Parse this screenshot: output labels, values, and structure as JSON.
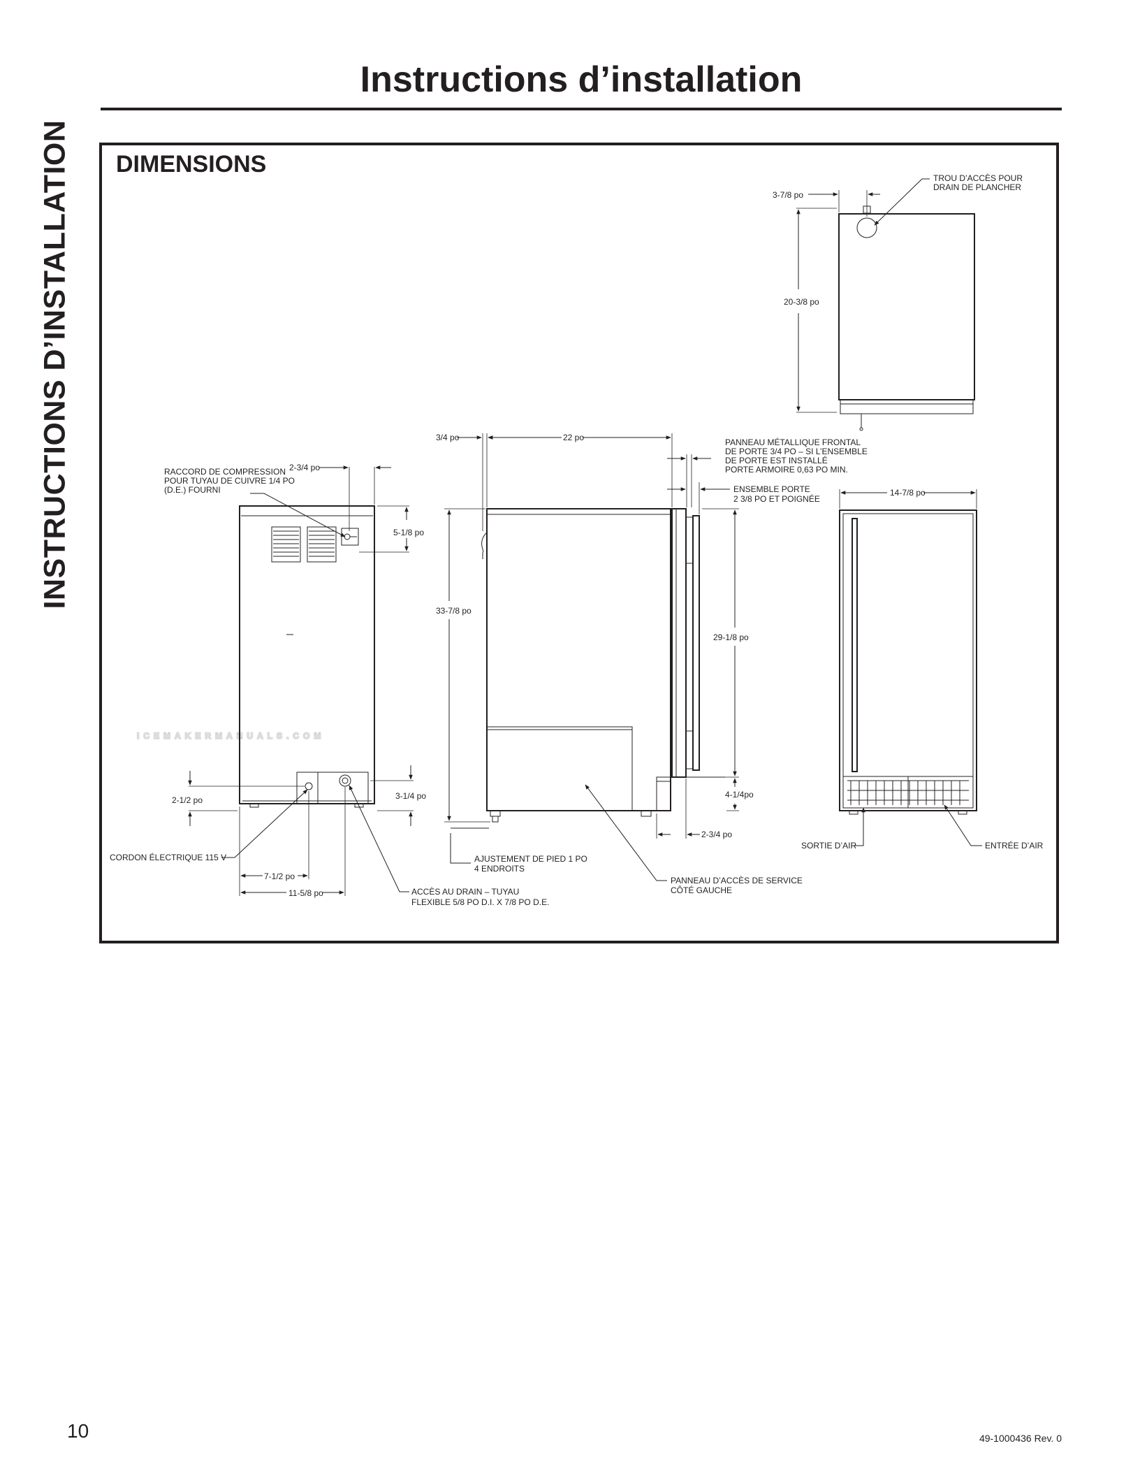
{
  "side_tab": "INSTRUCTIONS D’INSTALLATION",
  "title": "Instructions d’installation",
  "section": "DIMENSIONS",
  "watermark": "ICEMAKERMANUALS.COM",
  "dimensions": {
    "top_width": "3-7/8 po",
    "top_depth": "20-3/8 po",
    "rear_conn_width": "2-3/4 po",
    "rear_conn_height": "5-1/8 po",
    "rear_bottom_left": "2-1/2 po",
    "rear_bottom_right": "3-1/4 po",
    "rear_drain_offset": "7-1/2 po",
    "rear_width": "11-5/8 po",
    "side_panel": "3/4 po",
    "side_depth": "22 po",
    "side_height": "33-7/8 po",
    "side_door_height": "29-1/8 po",
    "side_kick_height": "4-1/4po",
    "side_kick_depth": "2-3/4 po",
    "front_width": "14-7/8 po"
  },
  "callouts": {
    "floor_drain": [
      "TROU D’ACCÈS POUR",
      "DRAIN DE PLANCHER"
    ],
    "compression": [
      "RACCORD DE COMPRESSION",
      "POUR TUYAU DE CUIVRE 1/4 PO",
      "(D.E.) FOURNI"
    ],
    "front_panel": [
      "PANNEAU MÉTALLIQUE FRONTAL",
      "DE PORTE 3/4 PO – SI L’ENSEMBLE",
      "DE PORTE EST INSTALLÉ",
      "PORTE ARMOIRE 0,63 PO MIN."
    ],
    "door_assembly": [
      "ENSEMBLE PORTE",
      "2 3/8 PO ET POIGNÉE"
    ],
    "power_cord": [
      "CORDON ÉLECTRIQUE 115 V"
    ],
    "drain_access": [
      "ACCÈS AU DRAIN – TUYAU",
      "FLEXIBLE 5/8 PO D.I. X 7/8 PO D.E."
    ],
    "leveling_foot": [
      "AJUSTEMENT DE PIED 1 PO",
      "4 ENDROITS"
    ],
    "service_panel": [
      "PANNEAU D’ACCÈS DE SERVICE",
      "CÔTÉ GAUCHE"
    ],
    "air_outlet": [
      "SORTIE D’AIR"
    ],
    "air_inlet": [
      "ENTRÉE D’AIR"
    ]
  },
  "footer": {
    "page_number": "10",
    "doc_number": "49-1000436  Rev. 0"
  }
}
